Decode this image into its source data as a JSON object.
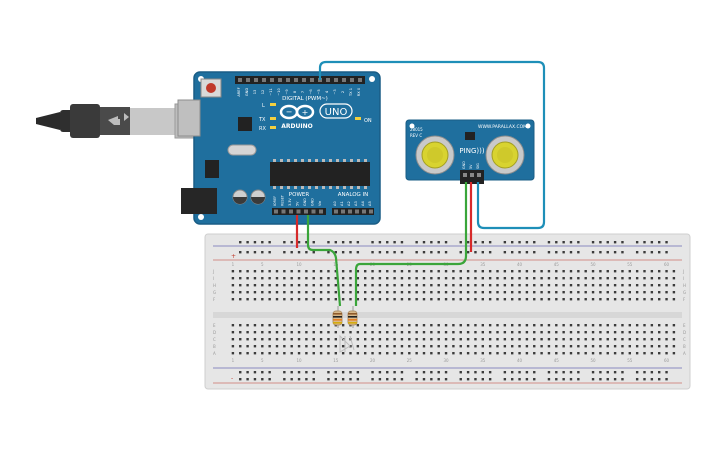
{
  "arduino": {
    "brand": "ARDUINO",
    "model": "UNO",
    "digital_label": "DIGITAL (PWM~)",
    "power_label": "POWER",
    "analog_label": "ANALOG IN",
    "on_label": "ON",
    "tx_label": "TX",
    "rx_label": "RX",
    "l_label": "L",
    "power_pins": [
      "IOREF",
      "RESET",
      "3.3V",
      "5V",
      "GND",
      "GND",
      "Vin"
    ],
    "analog_pins": [
      "A0",
      "A1",
      "A2",
      "A3",
      "A4",
      "A5"
    ],
    "digital_pins": [
      "AREF",
      "GND",
      "13",
      "12",
      "~11",
      "~10",
      "~9",
      "8",
      "7",
      "~6",
      "~5",
      "4",
      "~3",
      "2",
      "TX 1",
      "RX 0"
    ],
    "board_color": "#1f6f9e"
  },
  "sensor": {
    "brand_line": "WWW.PARALLAX.COM",
    "name": "PING)))",
    "code_line": "28015",
    "rev_line": "REV C",
    "pins": [
      "GND",
      "5V",
      "SIG"
    ],
    "board_color": "#1f6f9e"
  },
  "breadboard": {
    "column_numbers": [
      "1",
      "5",
      "10",
      "15",
      "20",
      "25",
      "30",
      "35",
      "40",
      "45",
      "50",
      "55",
      "60"
    ],
    "row_letters_top": [
      "J",
      "I",
      "H",
      "G",
      "F"
    ],
    "row_letters_bottom": [
      "E",
      "D",
      "C",
      "B",
      "A"
    ],
    "rail_plus": "+",
    "rail_minus": "-",
    "body_color": "#e6e6e6"
  },
  "wires": {
    "red": "#d62a2a",
    "green": "#3aa53a",
    "cyan": "#1e8fb8"
  }
}
